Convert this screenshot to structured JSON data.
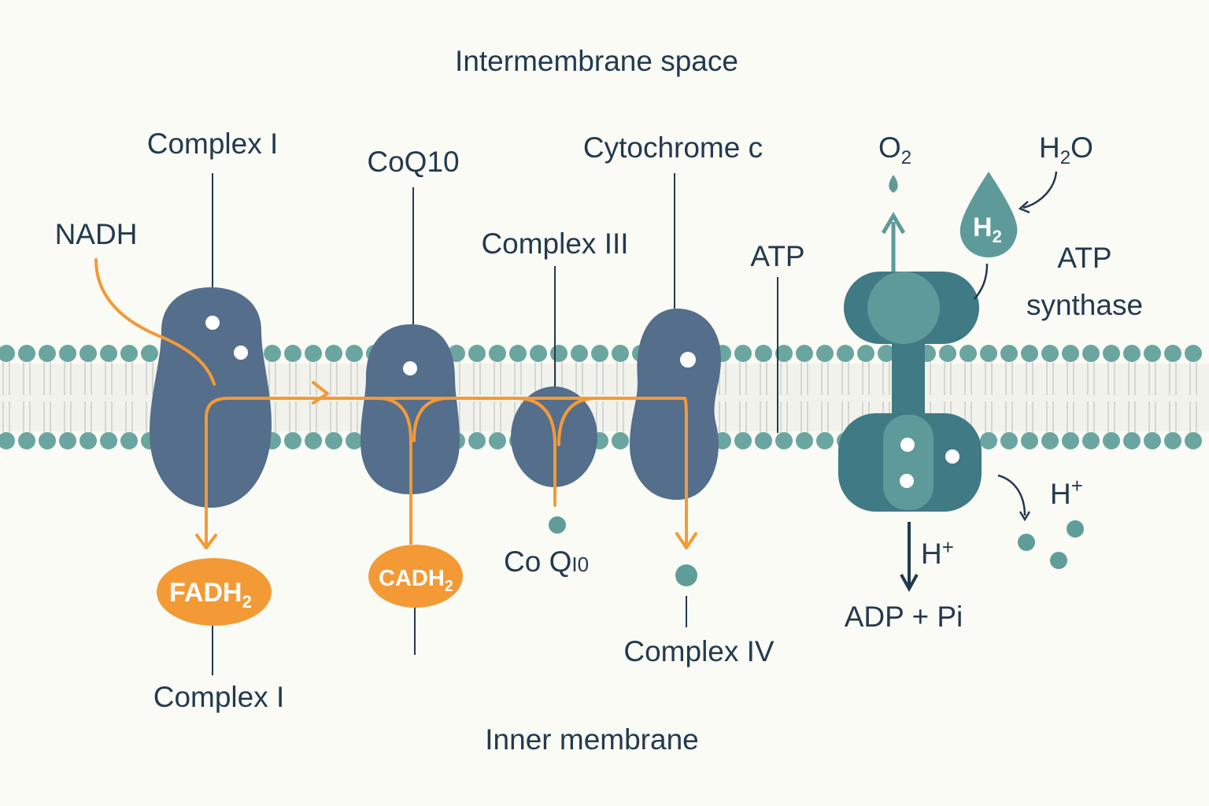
{
  "regions": {
    "intermembrane": "Intermembrane space",
    "inner": "Inner membrane"
  },
  "labels": {
    "complex_i_top": "Complex I",
    "coq10_top": "CoQ10",
    "cytochrome_c": "Cytochrome c",
    "complex_iii": "Complex III",
    "nadh": "NADH",
    "atp_left": "ATP",
    "o2_main": "O",
    "o2_sub": "2",
    "h2o_h": "H",
    "h2o_sub": "2",
    "h2o_o": "O",
    "h2_main": "H",
    "h2_sub": "2",
    "atp_synthase_1": "ATP",
    "atp_synthase_2": "synthase",
    "fadh2_main": "FADH",
    "fadh2_sub": "2",
    "cadh2_main": "CADH",
    "cadh2_sub": "2",
    "coq10_bottom": "Co Q",
    "coq10_bottom_sub": "I0",
    "complex_iv": "Complex IV",
    "complex_i_bottom": "Complex  I",
    "hplus_right_main": "H",
    "hplus_right_sup": "+",
    "hplus_center_main": "H",
    "hplus_center_sup": "+",
    "adp_pi": "ADP + Pi"
  },
  "colors": {
    "protein": "#546e8c",
    "synthase_dark": "#407a84",
    "synthase_light": "#5e9a9a",
    "electron_flow": "#f39a36",
    "membrane_head": "#6aa69f",
    "text": "#233a4e",
    "background": "#fbfbf6"
  }
}
